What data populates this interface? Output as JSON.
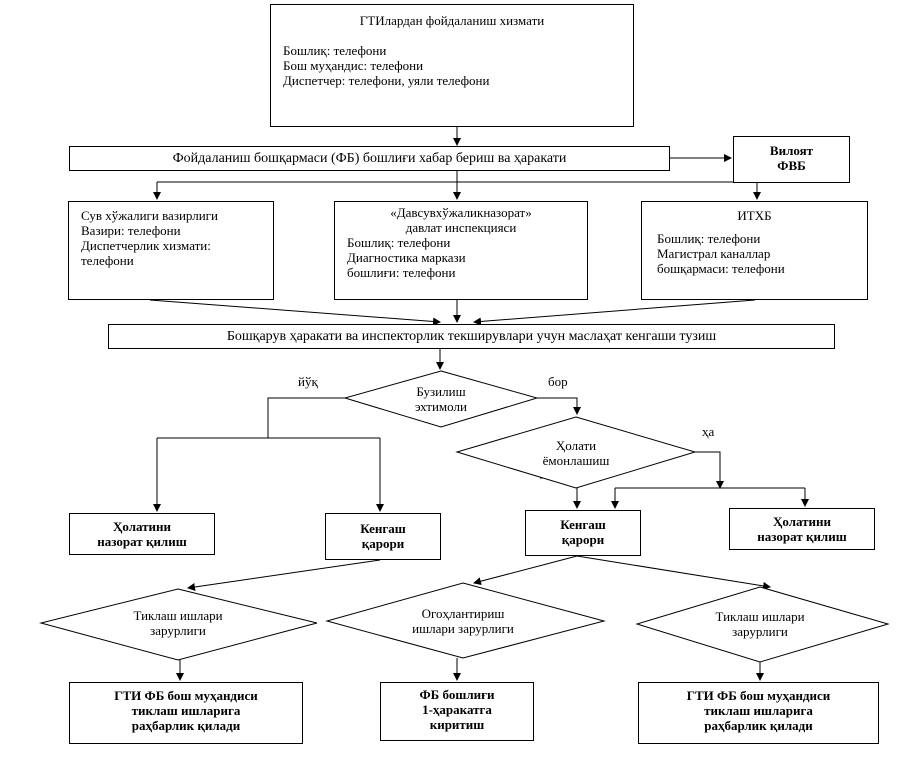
{
  "top": {
    "title": "ГТИлардан фойдаланиш хизмати",
    "lines": [
      "Бошлиқ: телефони",
      "Бош муҳандис: телефони",
      "Диспетчер: телефони, уяли телефони"
    ]
  },
  "head_action": "Фойдаланиш бошқармаси (ФБ) бошлиғи хабар бериш ва ҳаракати",
  "viloyat": [
    "Вилоят",
    "ФВБ"
  ],
  "ministry": [
    "Сув хўжалиги вазирлиги",
    "Вазири: телефони",
    "Диспетчерлик хизмати:",
    "телефони"
  ],
  "inspection": [
    "«Давсувхўжаликназорат»",
    "давлат инспекцияси",
    "Бошлиқ: телефони",
    "Диагностика маркази",
    "бошлиғи: телефони"
  ],
  "itxb": [
    "ИТХБ",
    "Бошлиқ: телефони",
    "Магистрал каналлар",
    "бошқармаси: телефони"
  ],
  "council": "Бошқарув ҳаракати ва инспекторлик текширувлари учун маслаҳат кенгаши тузиш",
  "decision1": {
    "text": [
      "Бузилиш",
      "эхтимоли"
    ],
    "no": "йўқ",
    "yes": "бор"
  },
  "decision2": {
    "text": [
      "Ҳолати",
      "ёмонлашиш"
    ],
    "yes": "ҳа"
  },
  "monitor_left": [
    "Ҳолатини",
    "назорат қилиш"
  ],
  "council_dec_left": [
    "Кенгаш",
    "қарори"
  ],
  "council_dec_mid": [
    "Кенгаш",
    "қарори"
  ],
  "monitor_right": [
    "Ҳолатини",
    "назорат қилиш"
  ],
  "d_left": [
    "Тиклаш ишлари",
    "зарурлиги"
  ],
  "d_mid": [
    "Огоҳлантириш",
    "ишлари зарурлиги"
  ],
  "d_right": [
    "Тиклаш ишлари",
    "зарурлиги"
  ],
  "res_left": [
    "ГТИ ФБ бош муҳандиси",
    "тиклаш ишларига",
    "раҳбарлик қилади"
  ],
  "res_mid": [
    "ФБ бошлиғи",
    "1-ҳаракатга",
    "киритиш"
  ],
  "res_right": [
    "ГТИ ФБ бош муҳандиси",
    "тиклаш ишларига",
    "раҳбарлик қилади"
  ]
}
